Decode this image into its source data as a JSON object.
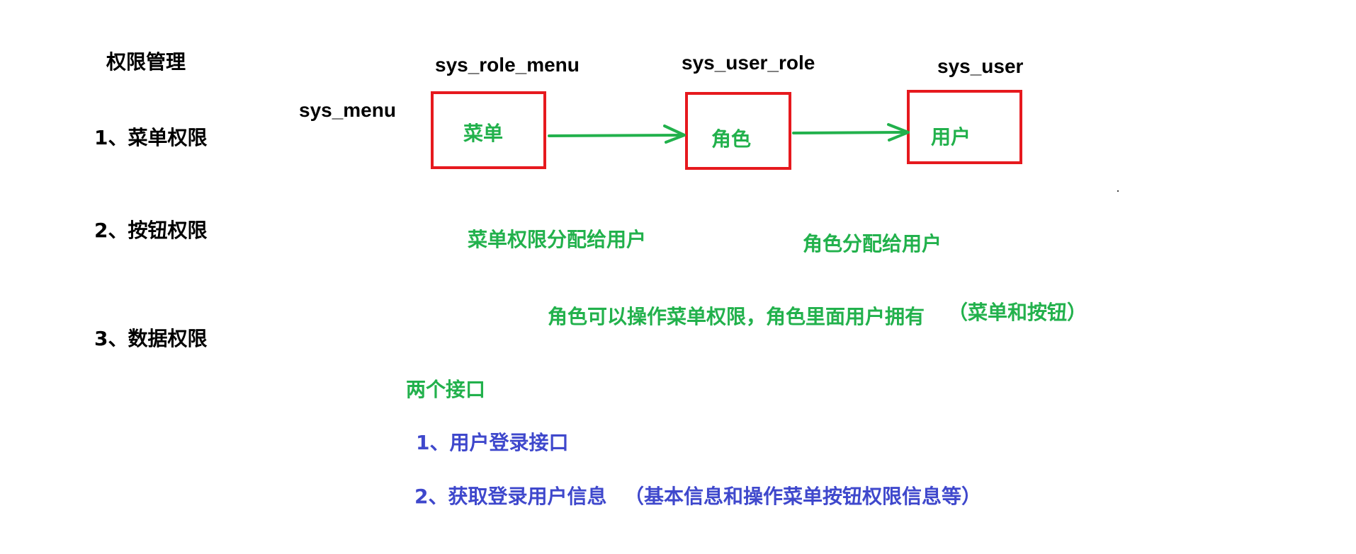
{
  "colors": {
    "black": "#000000",
    "green": "#22b14c",
    "blue": "#3f48cc",
    "red": "#e6191e",
    "background": "#ffffff"
  },
  "left_panel": {
    "title": "权限管理",
    "items": [
      "1、菜单权限",
      "2、按钮权限",
      "3、数据权限"
    ]
  },
  "tables": {
    "menu": "sys_menu",
    "role_menu": "sys_role_menu",
    "user_role": "sys_user_role",
    "user": "sys_user"
  },
  "boxes": {
    "menu": "菜单",
    "role": "角色",
    "user": "用户"
  },
  "notes": {
    "menu_to_user": "菜单权限分配给用户",
    "role_to_user": "角色分配给用户",
    "role_desc": "角色可以操作菜单权限，角色里面用户拥有",
    "role_desc_paren": "（菜单和按钮）"
  },
  "interfaces": {
    "title": "两个接口",
    "item1": "1、用户登录接口",
    "item2": "2、获取登录用户信息",
    "item2_paren": "（基本信息和操作菜单按钮权限信息等）"
  }
}
